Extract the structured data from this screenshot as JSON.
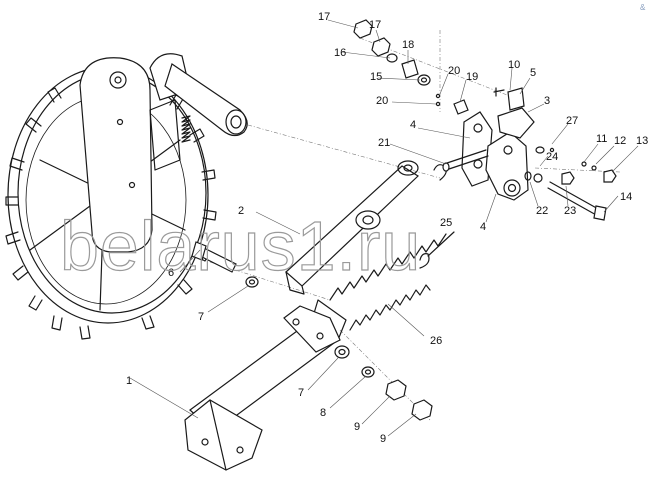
{
  "watermark": "belarus1.ru",
  "corner_mark": "&",
  "labels": [
    "17",
    "17",
    "16",
    "18",
    "15",
    "20",
    "19",
    "10",
    "5",
    "20",
    "3",
    "4",
    "27",
    "21",
    "11",
    "12",
    "13",
    "24",
    "25",
    "2",
    "22",
    "23",
    "14",
    "4",
    "6",
    "7",
    "26",
    "7",
    "1",
    "8",
    "9",
    "9"
  ]
}
